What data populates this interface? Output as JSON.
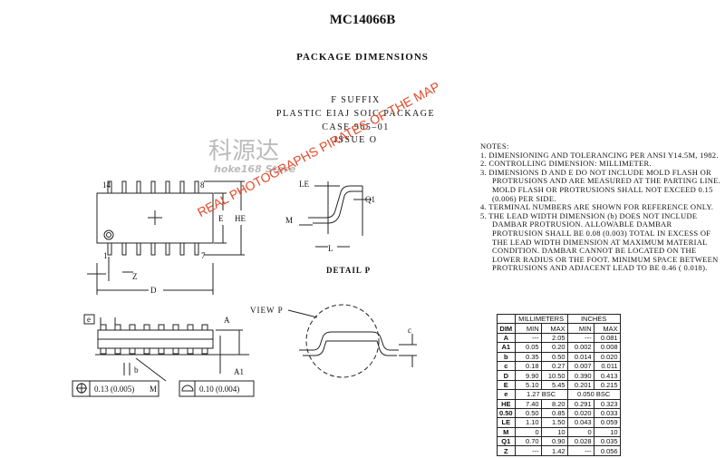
{
  "header": {
    "part_number": "MC14066B",
    "section_title": "PACKAGE DIMENSIONS"
  },
  "package": {
    "suffix": "F SUFFIX",
    "name": "PLASTIC EIAJ SOIC PACKAGE",
    "case": "CASE 965–01",
    "issue": "ISSUE O"
  },
  "drawing_labels": {
    "pin14": "14",
    "pin8": "8",
    "pin1": "1",
    "pin7": "7",
    "e": "E",
    "he": "HE",
    "z": "Z",
    "d": "D",
    "le": "LE",
    "q1": "Q1",
    "m": "M",
    "l": "L",
    "detail_p": "DETAIL P",
    "view_p": "VIEW P",
    "e_box": "e",
    "a": "A",
    "b": "b",
    "a1": "A1",
    "c": "c",
    "tol1": "0.13 (0.005)",
    "tol1_suffix": "M",
    "tol2": "0.10 (0.004)"
  },
  "notes": {
    "heading": "NOTES:",
    "items": [
      "1.  DIMENSIONING AND TOLERANCING PER ANSI Y14.5M, 1982.",
      "2.  CONTROLLING DIMENSION: MILLIMETER.",
      "3.  DIMENSIONS D AND E DO NOT INCLUDE MOLD FLASH OR PROTRUSIONS AND ARE MEASURED AT THE PARTING LINE. MOLD FLASH OR PROTRUSIONS SHALL NOT EXCEED 0.15 (0.006) PER SIDE.",
      "4.  TERMINAL NUMBERS ARE SHOWN FOR REFERENCE ONLY.",
      "5.  THE LEAD WIDTH DIMENSION (b) DOES NOT INCLUDE DAMBAR PROTRUSION. ALLOWABLE DAMBAR PROTRUSION SHALL BE 0.08 (0.003) TOTAL IN EXCESS OF THE LEAD WIDTH DIMENSION AT MAXIMUM MATERIAL CONDITION. DAMBAR CANNOT BE LOCATED ON THE LOWER RADIUS OR THE FOOT. MINIMUM SPACE BETWEEN PROTRUSIONS AND ADJACENT LEAD TO BE 0.46 ( 0.018)."
    ]
  },
  "table": {
    "group_millimeters": "MILLIMETERS",
    "group_inches": "INCHES",
    "headers": [
      "DIM",
      "MIN",
      "MAX",
      "MIN",
      "MAX"
    ],
    "rows": [
      [
        "A",
        "---",
        "2.05",
        "---",
        "0.081"
      ],
      [
        "A1",
        "0.05",
        "0.20",
        "0.002",
        "0.008"
      ],
      [
        "b",
        "0.35",
        "0.50",
        "0.014",
        "0.020"
      ],
      [
        "c",
        "0.18",
        "0.27",
        "0.007",
        "0.011"
      ],
      [
        "D",
        "9.90",
        "10.50",
        "0.390",
        "0.413"
      ],
      [
        "E",
        "5.10",
        "5.45",
        "0.201",
        "0.215"
      ],
      [
        "e",
        "1.27 BSC",
        "",
        "0.050 BSC",
        ""
      ],
      [
        "HE",
        "7.40",
        "8.20",
        "0.291",
        "0.323"
      ],
      [
        "0.50",
        "0.50",
        "0.85",
        "0.020",
        "0.033"
      ],
      [
        "LE",
        "1.10",
        "1.50",
        "0.043",
        "0.059"
      ],
      [
        "M",
        "0",
        "10",
        "0",
        "10"
      ],
      [
        "Q1",
        "0.70",
        "0.90",
        "0.028",
        "0.035"
      ],
      [
        "Z",
        "---",
        "1.42",
        "---",
        "0.056"
      ]
    ]
  },
  "watermark": {
    "cn": "科源达",
    "store": "hoke168 Store",
    "pirate": "REAL PHOTOGRAPHS PIRATES OF THE MAP"
  }
}
